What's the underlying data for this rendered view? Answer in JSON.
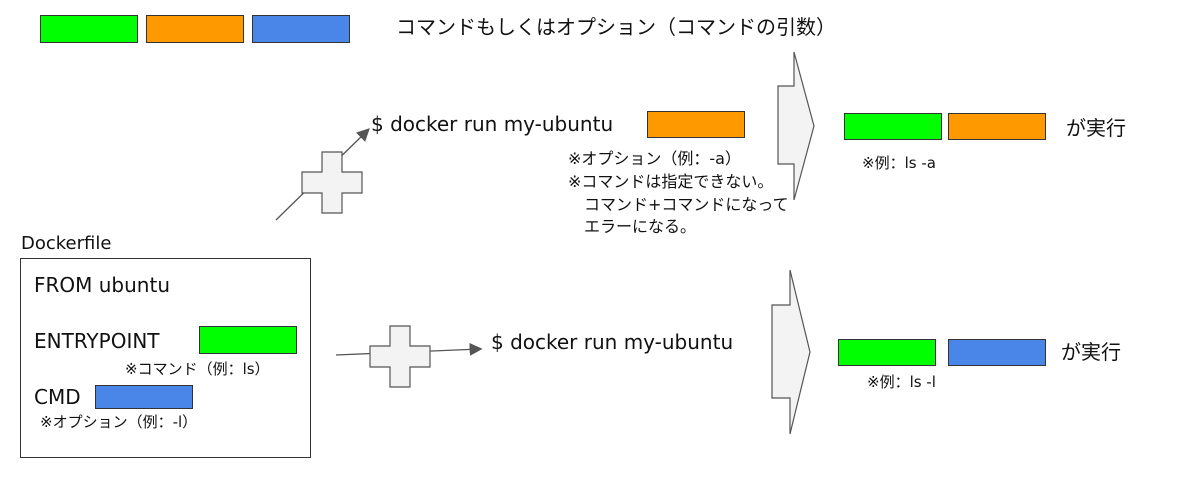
{
  "legend": {
    "colors": {
      "command": "#00ff00",
      "option": "#ff9900",
      "arg": "#4a86e8"
    },
    "text": "コマンドもしくはオプション（コマンドの引数）"
  },
  "top_example": {
    "command": "$ docker run my-ubuntu",
    "notes": [
      "※オプション（例：-a）",
      "※コマンドは指定できない。",
      "コマンド+コマンドになって",
      "エラーになる。"
    ],
    "result_label": "が実行",
    "result_note": "※例：ls -a"
  },
  "dockerfile": {
    "title": "Dockerfile",
    "from": "FROM ubuntu",
    "entrypoint": "ENTRYPOINT",
    "entrypoint_note": "※コマンド（例：ls）",
    "cmd": "CMD",
    "cmd_note": "※オプション（例：-l）"
  },
  "bottom_example": {
    "command": "$ docker run my-ubuntu",
    "result_label": "が実行",
    "result_note": "※例：ls -l"
  }
}
